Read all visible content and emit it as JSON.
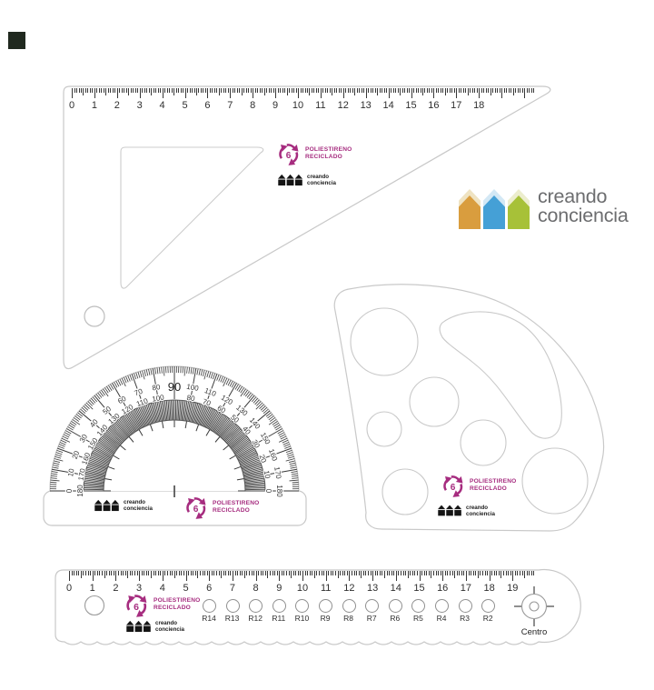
{
  "brand": {
    "line1": "creando",
    "line2": "conciencia",
    "text_color": "#6c6d6f",
    "houses": [
      {
        "body": "#d99d3e",
        "roof": "#efe3c2"
      },
      {
        "body": "#45a0d6",
        "roof": "#d3e8f5"
      },
      {
        "body": "#a7c138",
        "roof": "#ecedcd"
      }
    ]
  },
  "eco_label": {
    "line1": "POLIESTIRENO",
    "line2": "RECICLADO",
    "number": "6",
    "color": "#a62c7f"
  },
  "mini_brand": {
    "line1": "creando",
    "line2": "conciencia"
  },
  "set_square": {
    "numbers": [
      "0",
      "1",
      "2",
      "3",
      "4",
      "5",
      "6",
      "7",
      "8",
      "9",
      "10",
      "11",
      "12",
      "13",
      "14",
      "15",
      "16",
      "17",
      "18"
    ]
  },
  "ruler": {
    "numbers": [
      "0",
      "1",
      "2",
      "3",
      "4",
      "5",
      "6",
      "7",
      "8",
      "9",
      "10",
      "11",
      "12",
      "13",
      "14",
      "15",
      "16",
      "17",
      "18",
      "19"
    ],
    "radius_labels": [
      "R14",
      "R13",
      "R12",
      "R11",
      "R10",
      "R9",
      "R8",
      "R7",
      "R6",
      "R5",
      "R4",
      "R3",
      "R2"
    ],
    "center_label": "Centro"
  },
  "protractor": {
    "top_number": "90",
    "outer_numbers": [
      "0",
      "10",
      "20",
      "30",
      "40",
      "50",
      "60",
      "70",
      "80",
      "100",
      "110",
      "120",
      "130",
      "140",
      "150",
      "160",
      "170",
      "180"
    ],
    "inner_numbers": [
      "0",
      "10",
      "20",
      "30",
      "40",
      "50",
      "60",
      "70",
      "80",
      "100",
      "110",
      "120",
      "130",
      "140",
      "150",
      "160",
      "170",
      "180"
    ]
  },
  "colors": {
    "outline": "#c8c8c8",
    "tick": "#383838",
    "magenta": "#a62c7f"
  }
}
